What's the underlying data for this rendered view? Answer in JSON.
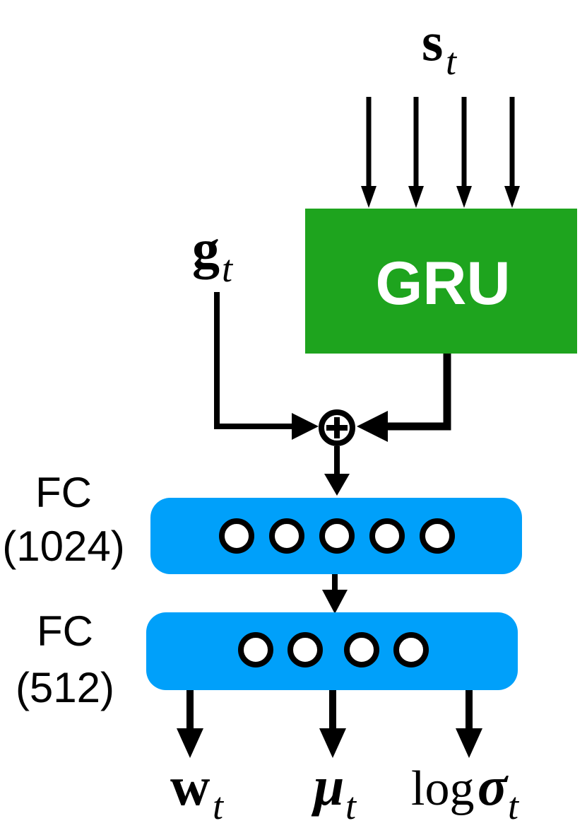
{
  "colors": {
    "gru_green": "#1EA41E",
    "fc_blue": "#00A0FA",
    "line_black": "#000000",
    "node_white": "#ffffff",
    "gru_text_white": "#ffffff"
  },
  "labels": {
    "input": {
      "base": "s",
      "sub": "t"
    },
    "gru": "GRU",
    "context": {
      "base": "g",
      "sub": "t"
    },
    "sum_operator_icon": "circled-plus",
    "fc1": {
      "line1": "FC",
      "line2": "(1024)"
    },
    "fc2": {
      "line1": "FC",
      "line2": "(512)"
    },
    "out_w": {
      "base": "w",
      "sub": "t"
    },
    "out_mu": {
      "base": "μ",
      "sub": "t"
    },
    "out_log_sigma": {
      "prefix": "log",
      "base": "σ",
      "sub": "t"
    }
  },
  "structure": {
    "input_arrows": 4,
    "fc1_units_shown": 5,
    "fc2_units_shown": 4,
    "output_arrows": 3
  }
}
